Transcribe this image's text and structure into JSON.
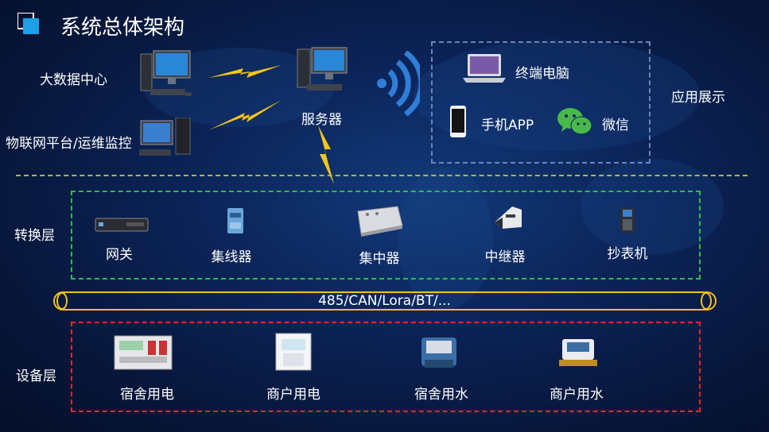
{
  "title": "系统总体架构",
  "top": {
    "left_nodes": [
      "大数据中心",
      "物联网平台/运维监控"
    ],
    "server": "服务器",
    "app_group_label": "应用展示",
    "apps": [
      "终端电脑",
      "手机APP",
      "微信"
    ]
  },
  "conversion": {
    "layer_label": "转换层",
    "devices": [
      "网关",
      "集线器",
      "集中器",
      "中继器",
      "抄表机"
    ]
  },
  "bus": {
    "label": "485/CAN/Lora/BT/..."
  },
  "device_layer": {
    "layer_label": "设备层",
    "devices": [
      "宿舍用电",
      "商户用电",
      "宿舍用水",
      "商户用水"
    ]
  },
  "colors": {
    "background": "#0b2357",
    "separator": "#a7c22a",
    "conversion_box": "#2fbd4c",
    "device_box": "#e02b2b",
    "app_box": "#6a86b8",
    "lightning": "#f5c518",
    "bus_outline": "#f0c020"
  }
}
